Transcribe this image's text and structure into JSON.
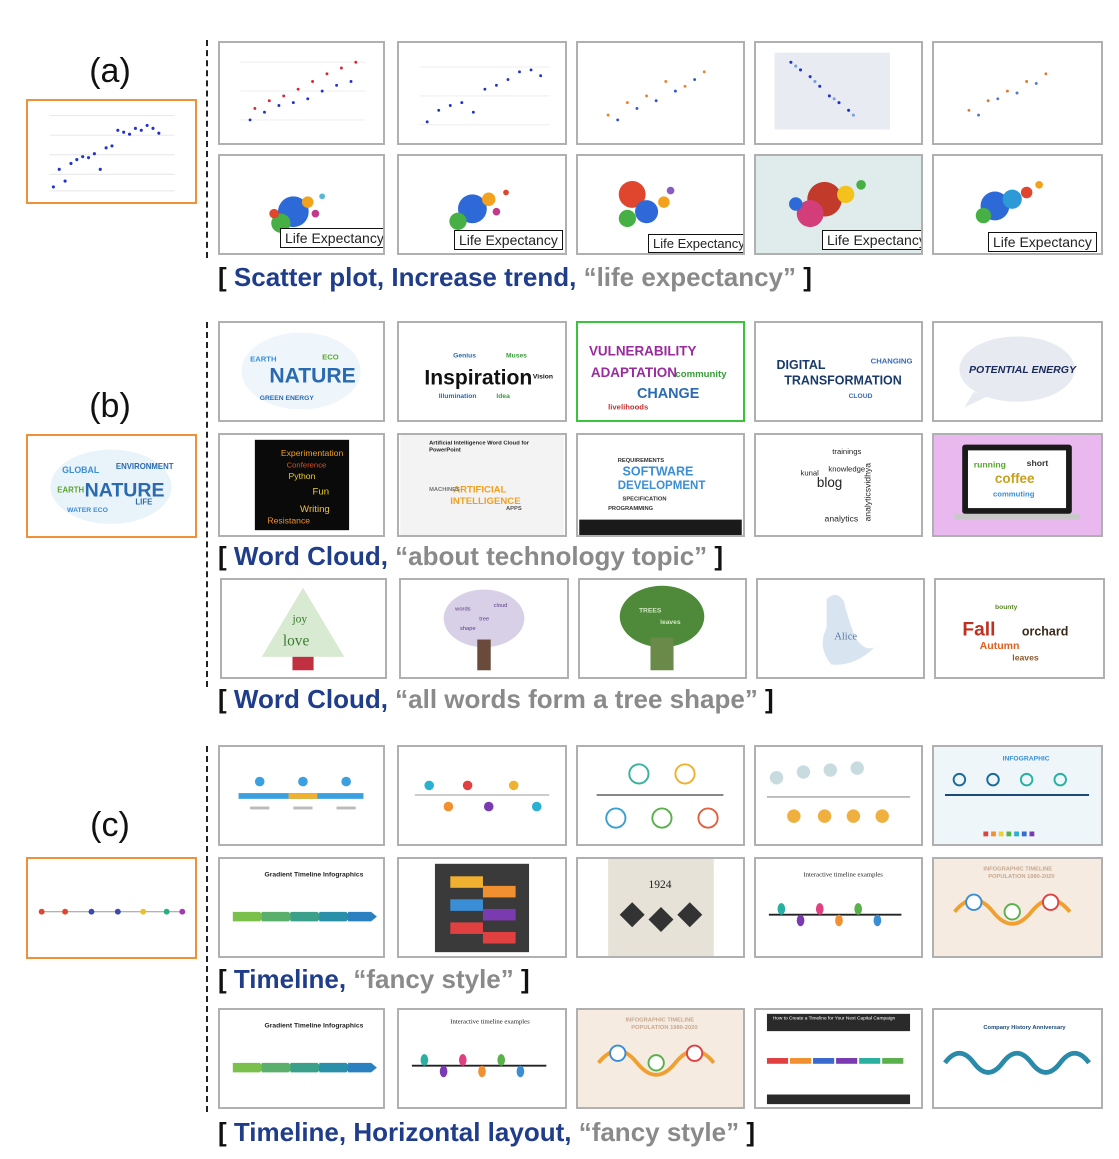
{
  "panels": {
    "a": {
      "label": "(a)"
    },
    "b": {
      "label": "(b)"
    },
    "c": {
      "label": "(c)"
    }
  },
  "captions": {
    "a1": {
      "open": "[ ",
      "keywords": "Scatter plot, Increase trend,",
      "quote": " “life expectancy”",
      "close": " ]"
    },
    "b1": {
      "open": "[ ",
      "keywords": "Word Cloud,",
      "quote": " “about technology topic”",
      "close": " ]"
    },
    "b2": {
      "open": "[ ",
      "keywords": "Word Cloud,",
      "quote": " “all words form a tree shape”",
      "close": " ]"
    },
    "c1": {
      "open": "[ ",
      "keywords": "Timeline,",
      "quote": " “fancy style”",
      "close": " ]"
    },
    "c2": {
      "open": "[ ",
      "keywords": "Timeline, Horizontal layout,",
      "quote": " “fancy style”",
      "close": " ]"
    }
  },
  "thumb_text": {
    "life_expectancy": "Life Expectancy",
    "nature": "NATURE",
    "inspiration": "Inspiration",
    "vulnerability": "VULNERABILITY",
    "adaptation": "ADAPTATION",
    "change": "CHANGE",
    "digital": "DIGITAL",
    "transformation": "TRANSFORMATION",
    "potential_energy": "POTENTIAL ENERGY",
    "experimentation": "Experimentation",
    "ai_word_cloud": "Artificial Intelligence Word Cloud for PowerPoint",
    "software": "SOFTWARE",
    "development": "DEVELOPMENT",
    "blog": "blog",
    "coffee": "coffee",
    "love": "love",
    "joy": "joy",
    "fall": "Fall",
    "orchard": "orchard",
    "autumn": "Autumn",
    "alice": "Alice",
    "gradient_timeline": "Gradient Timeline Infographics",
    "interactive_timeline": "Interactive timeline examples",
    "infographic_timeline": "INFOGRAPHIC TIMELINE",
    "population": "POPULATION 1980-2020",
    "year_1924": "1924",
    "infographic": "INFOGRAPHIC",
    "capital_campaign": "How to Create a Timeline for Your Next Capital Campaign",
    "company_history": "Company History Anniversary"
  },
  "colors": {
    "query_border": "#f0913a",
    "thumb_border": "#b0b0b0",
    "keyword": "#1f3d8a",
    "quote": "#8a8a8a"
  }
}
